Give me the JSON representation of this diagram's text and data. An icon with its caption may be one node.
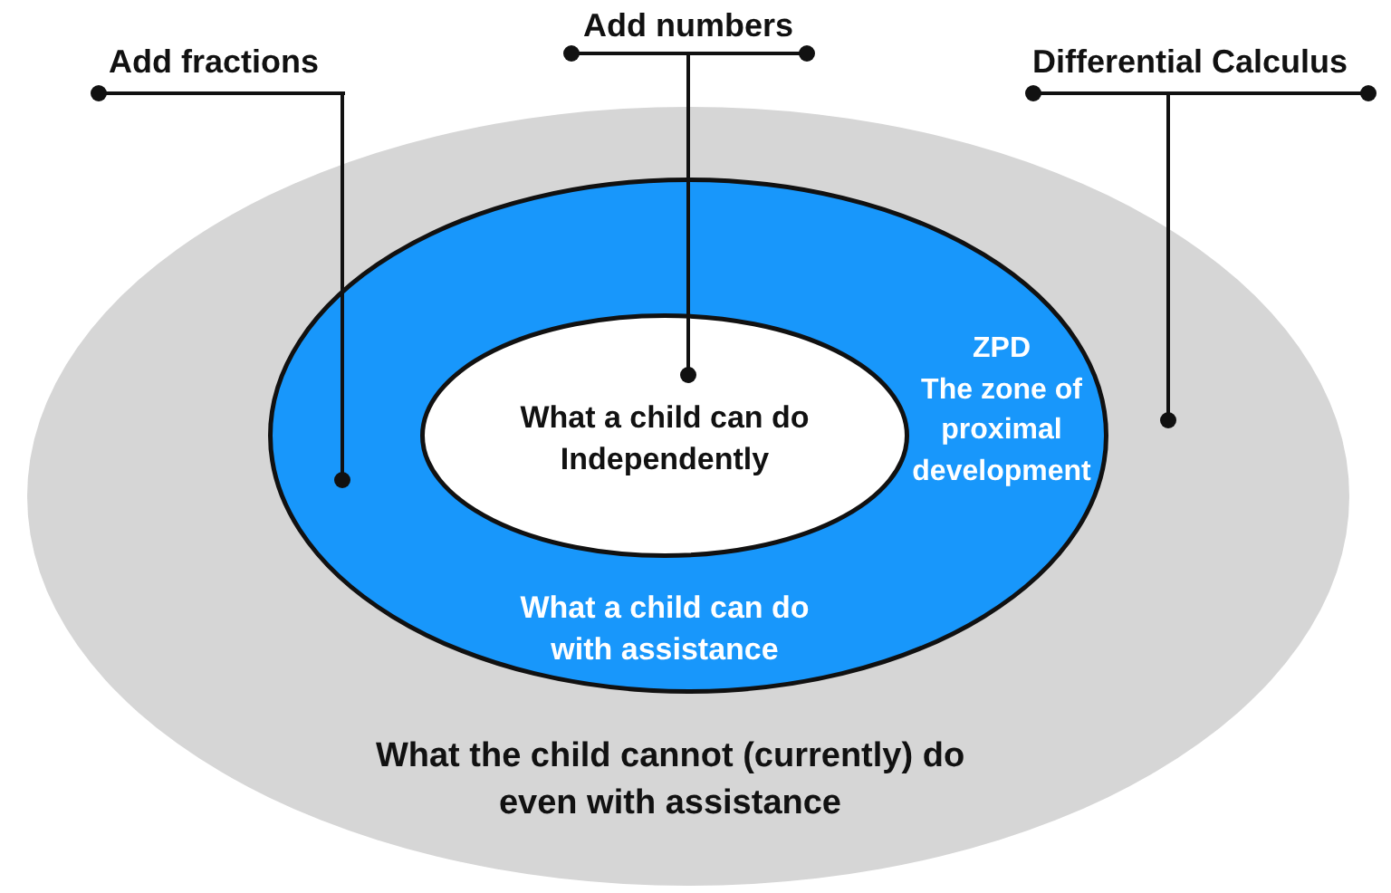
{
  "diagram": {
    "nodes": [
      {
        "text": [
          "Add fractions"
        ]
      },
      {
        "text": [
          "Add numbers"
        ]
      },
      {
        "text": [
          "Differential Calculus"
        ]
      },
      {
        "text": [
          "What the child cannot (currently) do even with assistance"
        ]
      },
      {
        "text": [
          "ZPD",
          "The zone of proximal development",
          "What a child can do with assistance"
        ],
        "in": 3
      },
      {
        "text": [
          "What a child can do Independently"
        ],
        "in": 4
      }
    ],
    "edges": [
      {
        "from": 0,
        "to": 4,
        "arrow": "other"
      },
      {
        "from": 1,
        "to": 5,
        "arrow": "other"
      },
      {
        "from": 2,
        "to": 3,
        "arrow": "other"
      }
    ]
  }
}
